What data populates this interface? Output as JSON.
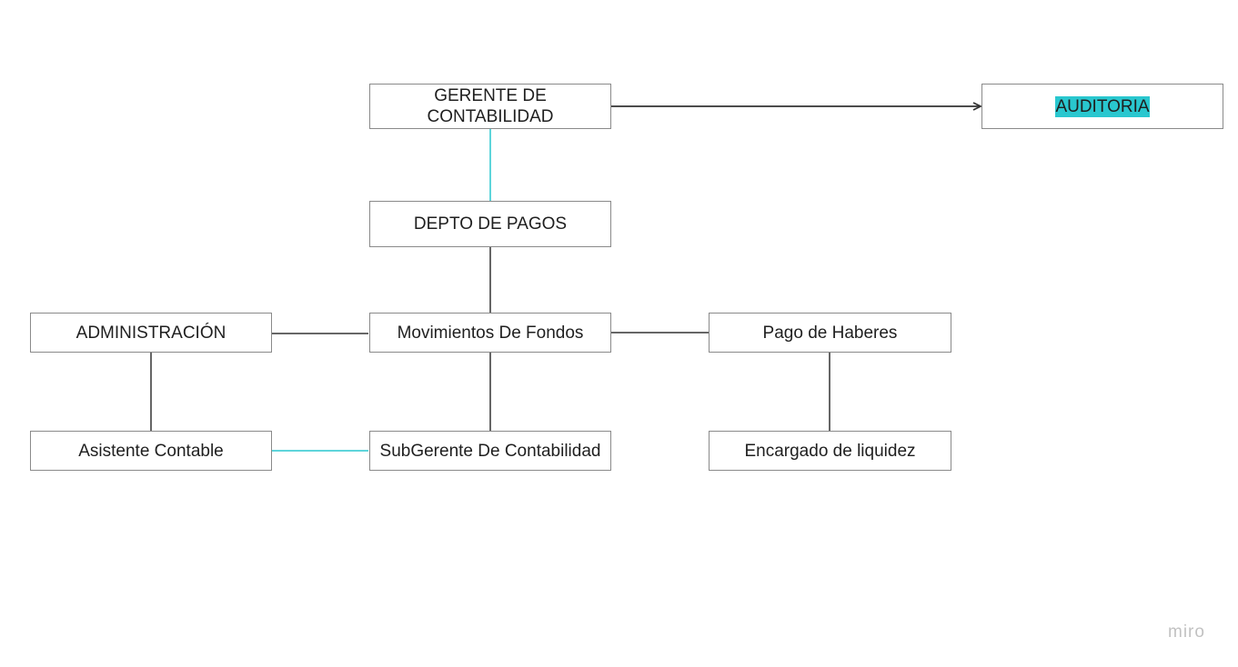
{
  "nodes": {
    "gerente": {
      "label": "GERENTE DE CONTABILIDAD"
    },
    "auditoria": {
      "label": "AUDITORIA",
      "highlight_color": "#29c7cf"
    },
    "depto_pagos": {
      "label": "DEPTO DE PAGOS"
    },
    "administracion": {
      "label": "ADMINISTRACIÓN"
    },
    "movimientos": {
      "label": "Movimientos De Fondos"
    },
    "pago_haberes": {
      "label": "Pago de Haberes"
    },
    "asistente": {
      "label": "Asistente Contable"
    },
    "subgerente": {
      "label": "SubGerente De Contabilidad"
    },
    "encargado": {
      "label": "Encargado de liquidez"
    }
  },
  "edges": [
    {
      "from": "gerente",
      "to": "auditoria",
      "style": "arrow",
      "color": "#333333"
    },
    {
      "from": "gerente",
      "to": "depto_pagos",
      "style": "line",
      "color": "#29c7cf"
    },
    {
      "from": "depto_pagos",
      "to": "movimientos",
      "style": "line",
      "color": "#333333"
    },
    {
      "from": "administracion",
      "to": "movimientos",
      "style": "line",
      "color": "#333333"
    },
    {
      "from": "movimientos",
      "to": "pago_haberes",
      "style": "line",
      "color": "#333333"
    },
    {
      "from": "administracion",
      "to": "asistente",
      "style": "line",
      "color": "#333333"
    },
    {
      "from": "movimientos",
      "to": "subgerente",
      "style": "line",
      "color": "#333333"
    },
    {
      "from": "asistente",
      "to": "subgerente",
      "style": "line",
      "color": "#29c7cf"
    },
    {
      "from": "pago_haberes",
      "to": "encargado",
      "style": "line",
      "color": "#333333"
    }
  ],
  "watermark": {
    "text": "miro"
  }
}
